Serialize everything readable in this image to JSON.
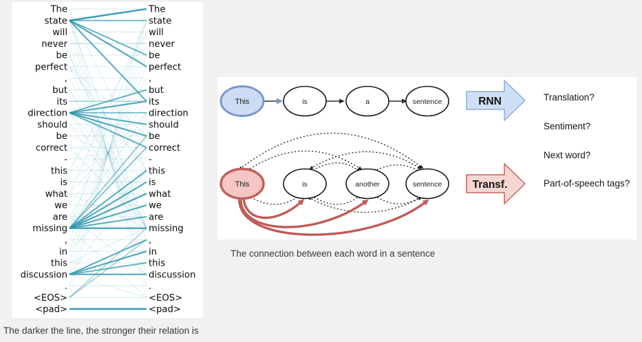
{
  "attention_panel": {
    "caption": "The darker the line, the stronger their relation is",
    "words": [
      "The",
      "state",
      "will",
      "never",
      "be",
      "perfect",
      ",",
      "but",
      "its",
      "direction",
      "should",
      "be",
      "correct",
      "-",
      "this",
      "is",
      "what",
      "we",
      "are",
      "missing",
      ",",
      "in",
      "this",
      "discussion",
      ".",
      "<EOS>",
      "<pad>"
    ],
    "line_color_rgb": "45,150,173",
    "links": [
      [
        1,
        0,
        1.0
      ],
      [
        1,
        1,
        0.7
      ],
      [
        1,
        4,
        0.75
      ],
      [
        1,
        5,
        0.85
      ],
      [
        1,
        8,
        0.8
      ],
      [
        9,
        7,
        0.75
      ],
      [
        9,
        8,
        0.85
      ],
      [
        9,
        9,
        0.65
      ],
      [
        9,
        10,
        0.8
      ],
      [
        9,
        11,
        0.85
      ],
      [
        9,
        12,
        0.75
      ],
      [
        19,
        11,
        0.55
      ],
      [
        19,
        12,
        0.6
      ],
      [
        19,
        14,
        0.8
      ],
      [
        19,
        15,
        0.85
      ],
      [
        19,
        16,
        0.9
      ],
      [
        19,
        17,
        0.85
      ],
      [
        19,
        18,
        0.8
      ],
      [
        19,
        19,
        0.95
      ],
      [
        23,
        20,
        0.8
      ],
      [
        23,
        21,
        0.85
      ],
      [
        23,
        22,
        0.75
      ],
      [
        23,
        23,
        0.85
      ],
      [
        26,
        26,
        1.0
      ],
      [
        25,
        19,
        0.4
      ],
      [
        25,
        20,
        0.45
      ],
      [
        8,
        8,
        0.45
      ],
      [
        3,
        3,
        0.3
      ],
      [
        0,
        0,
        0.12
      ],
      [
        2,
        2,
        0.12
      ],
      [
        4,
        4,
        0.12
      ],
      [
        5,
        5,
        0.12
      ],
      [
        6,
        6,
        0.1
      ],
      [
        7,
        7,
        0.12
      ],
      [
        10,
        10,
        0.12
      ],
      [
        11,
        11,
        0.12
      ],
      [
        12,
        12,
        0.12
      ],
      [
        13,
        13,
        0.1
      ],
      [
        14,
        14,
        0.14
      ],
      [
        15,
        15,
        0.14
      ],
      [
        16,
        16,
        0.12
      ],
      [
        17,
        17,
        0.12
      ],
      [
        18,
        18,
        0.12
      ],
      [
        20,
        20,
        0.12
      ],
      [
        21,
        21,
        0.12
      ],
      [
        22,
        22,
        0.12
      ],
      [
        24,
        24,
        0.12
      ],
      [
        25,
        25,
        0.14
      ],
      [
        0,
        25,
        0.07
      ],
      [
        1,
        24,
        0.07
      ],
      [
        2,
        23,
        0.07
      ],
      [
        3,
        22,
        0.07
      ],
      [
        4,
        21,
        0.07
      ],
      [
        5,
        20,
        0.07
      ],
      [
        6,
        19,
        0.07
      ],
      [
        7,
        18,
        0.07
      ],
      [
        8,
        17,
        0.07
      ],
      [
        9,
        16,
        0.07
      ],
      [
        10,
        15,
        0.07
      ],
      [
        11,
        14,
        0.07
      ],
      [
        12,
        13,
        0.07
      ],
      [
        13,
        12,
        0.07
      ],
      [
        14,
        11,
        0.07
      ],
      [
        15,
        10,
        0.07
      ],
      [
        16,
        9,
        0.07
      ],
      [
        17,
        8,
        0.07
      ],
      [
        18,
        7,
        0.07
      ],
      [
        19,
        6,
        0.07
      ],
      [
        20,
        5,
        0.07
      ],
      [
        21,
        4,
        0.07
      ],
      [
        22,
        3,
        0.07
      ],
      [
        23,
        2,
        0.07
      ],
      [
        24,
        1,
        0.07
      ],
      [
        25,
        0,
        0.07
      ],
      [
        0,
        14,
        0.1
      ],
      [
        5,
        14,
        0.12
      ],
      [
        1,
        19,
        0.14
      ],
      [
        4,
        19,
        0.1
      ],
      [
        9,
        19,
        0.12
      ],
      [
        19,
        9,
        0.12
      ],
      [
        14,
        2,
        0.1
      ],
      [
        16,
        1,
        0.1
      ],
      [
        19,
        1,
        0.12
      ],
      [
        23,
        14,
        0.1
      ],
      [
        19,
        25,
        0.1
      ],
      [
        23,
        25,
        0.1
      ],
      [
        12,
        19,
        0.12
      ],
      [
        5,
        11,
        0.1
      ],
      [
        16,
        19,
        0.12
      ],
      [
        18,
        23,
        0.1
      ],
      [
        7,
        19,
        0.1
      ],
      [
        21,
        14,
        0.1
      ],
      [
        22,
        19,
        0.1
      ],
      [
        10,
        19,
        0.1
      ]
    ]
  },
  "diagram_panel": {
    "caption": "The connection between each word in a sentence",
    "rnn_row": {
      "nodes": [
        "This",
        "is",
        "a",
        "sentence"
      ],
      "arrow_label": "RNN"
    },
    "transformer_row": {
      "nodes": [
        "This",
        "is",
        "another",
        "sentence"
      ],
      "arrow_label": "Transf."
    },
    "tasks": [
      "Translation?",
      "Sentiment?",
      "Next word?",
      "Part-of-speech tags?"
    ],
    "colors": {
      "blue_fill": "#ccdcf4",
      "blue_stroke": "#7a97c9",
      "arrow_blue_fill": "#cfe0f6",
      "arrow_blue_stroke": "#8fabd8",
      "pink_fill": "#f5c6c4",
      "pink_stroke": "#c0605c",
      "arrow_pink_fill": "#f6d6d3",
      "arrow_pink_stroke": "#c4635e",
      "red_arc": "#c05b57"
    }
  }
}
